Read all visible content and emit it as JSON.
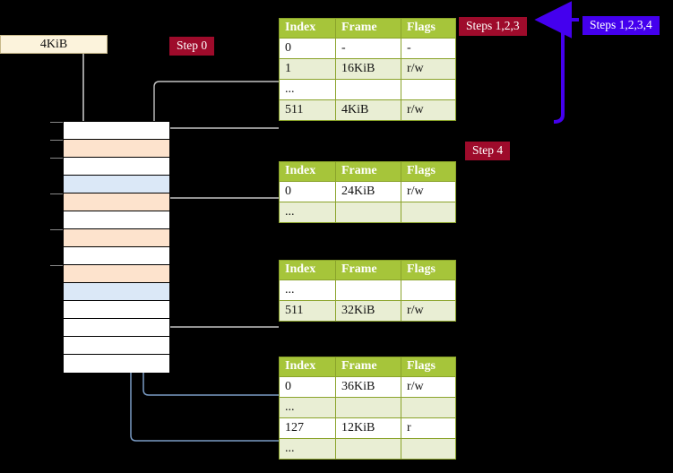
{
  "boxes": {
    "frame_label": "4KiB"
  },
  "badges": {
    "step0": "Step 0",
    "steps123": "Steps 1,2,3",
    "steps1234": "Steps 1,2,3,4",
    "step4": "Step 4"
  },
  "colors": {
    "badge_crimson": "#9e0b2b",
    "badge_purple": "#4400ee",
    "table_header": "#a6c53a",
    "table_alt_row": "#e9eed4",
    "highlight_cell": "#fbf49a",
    "mem_peach": "#fde3cd",
    "mem_blue": "#dbe8f7",
    "mem_white": "#ffffff",
    "connector_gray": "#bdbdbd",
    "connector_blue": "#7a9cc6",
    "kib_box": "#fcf3dc"
  },
  "tables": [
    {
      "name": "page-table-level-0",
      "headers": [
        "Index",
        "Frame",
        "Flags"
      ],
      "rows": [
        {
          "cells": [
            "0",
            "-",
            "-"
          ],
          "alt": false,
          "highlight": false
        },
        {
          "cells": [
            "1",
            "16KiB",
            "r/w"
          ],
          "alt": true,
          "highlight": false
        },
        {
          "cells": [
            "...",
            "",
            ""
          ],
          "alt": false,
          "highlight": false
        },
        {
          "cells": [
            "511",
            "4KiB",
            "r/w"
          ],
          "alt": true,
          "highlight": true
        }
      ]
    },
    {
      "name": "page-table-level-1",
      "headers": [
        "Index",
        "Frame",
        "Flags"
      ],
      "rows": [
        {
          "cells": [
            "0",
            "24KiB",
            "r/w"
          ],
          "alt": false,
          "highlight": false
        },
        {
          "cells": [
            "...",
            "",
            ""
          ],
          "alt": true,
          "highlight": false
        }
      ]
    },
    {
      "name": "page-table-level-2",
      "headers": [
        "Index",
        "Frame",
        "Flags"
      ],
      "rows": [
        {
          "cells": [
            "...",
            "",
            ""
          ],
          "alt": false,
          "highlight": false
        },
        {
          "cells": [
            "511",
            "32KiB",
            "r/w"
          ],
          "alt": true,
          "highlight": false
        }
      ]
    },
    {
      "name": "page-table-level-3",
      "headers": [
        "Index",
        "Frame",
        "Flags"
      ],
      "rows": [
        {
          "cells": [
            "0",
            "36KiB",
            "r/w"
          ],
          "alt": false,
          "highlight": false
        },
        {
          "cells": [
            "...",
            "",
            ""
          ],
          "alt": true,
          "highlight": false
        },
        {
          "cells": [
            "127",
            "12KiB",
            "r"
          ],
          "alt": false,
          "highlight": false
        },
        {
          "cells": [
            "...",
            "",
            ""
          ],
          "alt": true,
          "highlight": false
        }
      ]
    }
  ],
  "memory_column": {
    "name": "physical-memory-frames",
    "rows": [
      {
        "fill": "white",
        "tick": true
      },
      {
        "fill": "peach",
        "tick": true
      },
      {
        "fill": "white",
        "tick": true
      },
      {
        "fill": "blue",
        "tick": false
      },
      {
        "fill": "peach",
        "tick": true
      },
      {
        "fill": "white",
        "tick": false
      },
      {
        "fill": "peach",
        "tick": true
      },
      {
        "fill": "white",
        "tick": false
      },
      {
        "fill": "peach",
        "tick": true
      },
      {
        "fill": "blue",
        "tick": false
      },
      {
        "fill": "white",
        "tick": false
      },
      {
        "fill": "white",
        "tick": false
      },
      {
        "fill": "white",
        "tick": false
      },
      {
        "fill": "white",
        "tick": false
      }
    ]
  }
}
